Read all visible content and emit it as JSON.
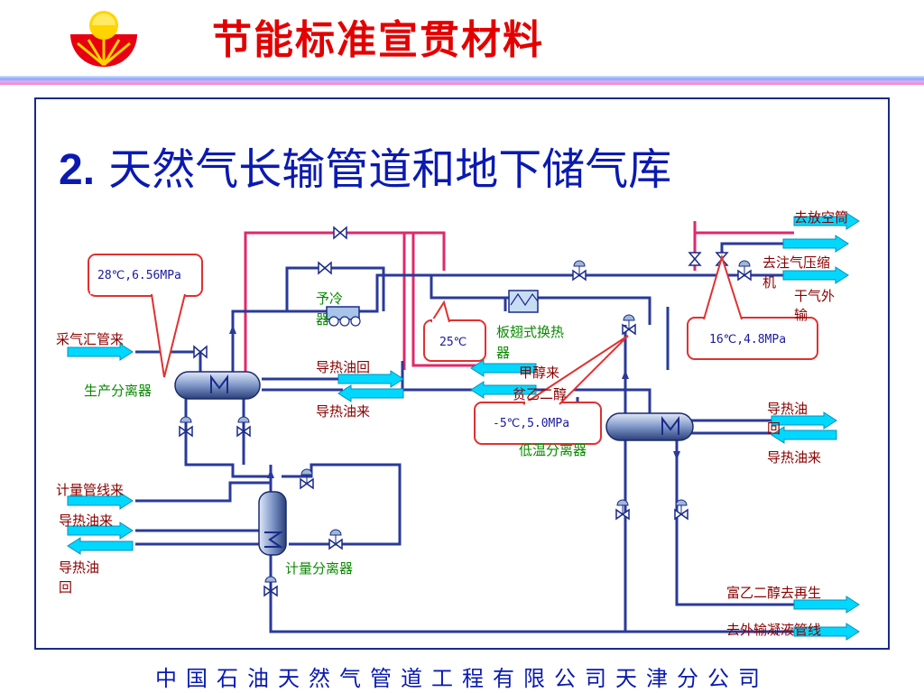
{
  "header": {
    "title": "节能标准宣贯材料"
  },
  "main": {
    "title_number": "2.",
    "title_text": "天然气长输管道和地下储气库"
  },
  "footer": {
    "text": "中国石油天然气管道工程有限公司天津分公司"
  },
  "diagram": {
    "labels": {
      "vent": "去放空筒",
      "to_compressor_1": "去注气压缩",
      "to_compressor_2": "机",
      "dry_gas_1": "干气外",
      "dry_gas_2": "输",
      "gathering_inlet": "采气汇管来",
      "production_separator": "生产分离器",
      "precool_1": "予冷",
      "precool_2": "器",
      "plate_fin_1": "板翅式换热",
      "plate_fin_2": "器",
      "heat_oil_return_1": "导热油回",
      "heat_oil_in_1": "导热油来",
      "methanol_in": "甲醇来",
      "lean_glycol": "贫乙二醇",
      "heat_oil_return_2a": "导热油",
      "heat_oil_return_2b": "回",
      "heat_oil_in_2": "导热油来",
      "low_temp_separator": "低温分离器",
      "metering_line": "计量管线来",
      "heat_oil_in_3": "导热油来",
      "heat_oil_return_3a": "导热油",
      "heat_oil_return_3b": "回",
      "metering_separator": "计量分离器",
      "rich_glycol": "富乙二醇去再生",
      "condensate_export": "去外输凝液管线"
    },
    "callouts": {
      "inlet_condition": "28℃,6.56MPa",
      "precool_temp": "25℃",
      "lts_condition": "-5℃,5.0MPa",
      "export_condition": "16℃,4.8MPa"
    }
  }
}
